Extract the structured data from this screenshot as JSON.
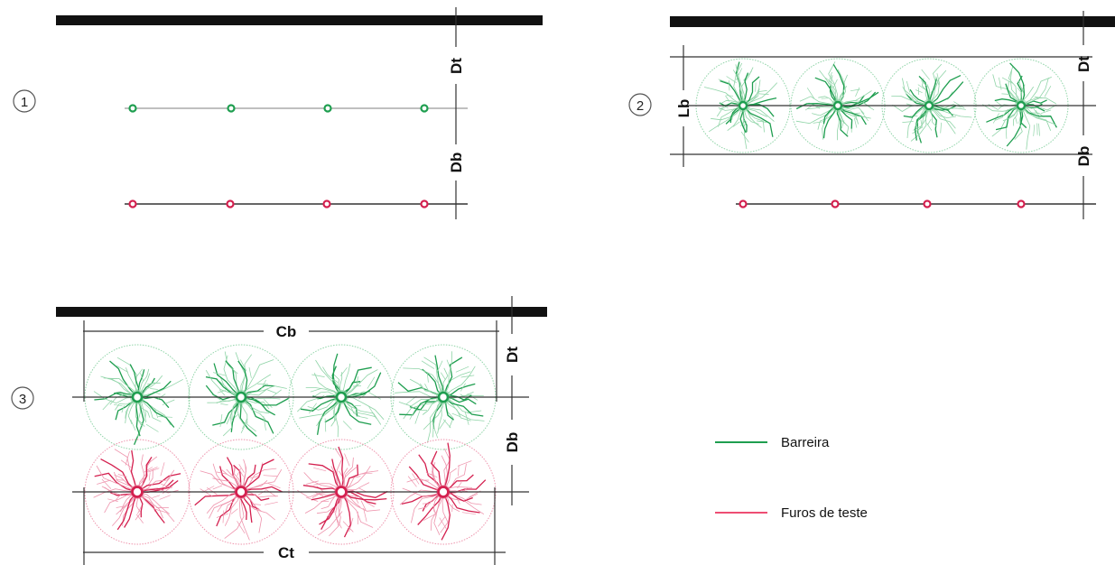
{
  "panels": [
    {
      "number": "1",
      "labels": {
        "dt": "Dt",
        "db": "Db"
      }
    },
    {
      "number": "2",
      "labels": {
        "lb": "Lb",
        "dt": "Dt",
        "db": "Db"
      }
    },
    {
      "number": "3",
      "labels": {
        "cb": "Cb",
        "ct": "Ct",
        "dt": "Dt",
        "db": "Db"
      }
    }
  ],
  "legend": {
    "barrier": "Barreira",
    "test_holes": "Furos de teste"
  },
  "colors": {
    "barrier": "#1e9e4f",
    "barrier_light": "#8fd4a7",
    "test": "#d4204f",
    "test_light": "#ee93ac",
    "wall": "#111111"
  }
}
